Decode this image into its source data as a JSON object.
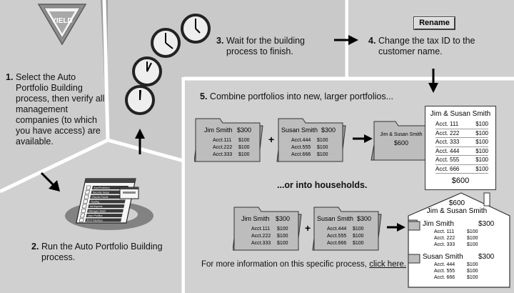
{
  "yield_sign": {
    "label": "YIELD"
  },
  "steps": [
    {
      "num": "1.",
      "text": "Select the Auto Portfolio Building process, then verify all management companies (to which you have access) are available."
    },
    {
      "num": "2.",
      "text": "Run the Auto Portfolio Building process."
    },
    {
      "num": "3.",
      "text": "Wait for the building process to finish."
    },
    {
      "num": "4.",
      "text": "Change the tax ID to the customer name."
    },
    {
      "num": "5.",
      "text": "Combine portfolios into new, larger portfolios..."
    }
  ],
  "rename_button": {
    "label": "Rename"
  },
  "or_households": "...or into households.",
  "more_info": {
    "text": "For more information on this specific process, ",
    "link": "click here."
  },
  "operators": {
    "plus": "+"
  },
  "portfolios": {
    "jim": {
      "name": "Jim Smith",
      "total": "$300",
      "accounts": [
        {
          "acct": "Acct.111",
          "amt": "$100"
        },
        {
          "acct": "Acct.222",
          "amt": "$100"
        },
        {
          "acct": "Acct.333",
          "amt": "$100"
        }
      ]
    },
    "susan": {
      "name": "Susan Smith",
      "total": "$300",
      "accounts": [
        {
          "acct": "Acct.444",
          "amt": "$100"
        },
        {
          "acct": "Acct.555",
          "amt": "$100"
        },
        {
          "acct": "Acct.666",
          "amt": "$100"
        }
      ]
    },
    "combined_folder": {
      "name": "Jim & Susan Smith",
      "total": "$600"
    },
    "combined_sheet": {
      "name": "Jim & Susan Smith",
      "total": "$600",
      "accounts": [
        {
          "acct": "Acct. 111",
          "amt": "$100"
        },
        {
          "acct": "Acct. 222",
          "amt": "$100"
        },
        {
          "acct": "Acct. 333",
          "amt": "$100"
        },
        {
          "acct": "Acct. 444",
          "amt": "$100"
        },
        {
          "acct": "Acct. 555",
          "amt": "$100"
        },
        {
          "acct": "Acct. 666",
          "amt": "$100"
        }
      ]
    },
    "household": {
      "total": "$600",
      "name": "Jim & Susan Smith",
      "members": [
        {
          "name": "Jim Smith",
          "total": "$300",
          "accounts": [
            {
              "acct": "Acct. 111",
              "amt": "$100"
            },
            {
              "acct": "Acct. 222",
              "amt": "$100"
            },
            {
              "acct": "Acct. 333",
              "amt": "$100"
            }
          ]
        },
        {
          "name": "Susan Smith",
          "total": "$300",
          "accounts": [
            {
              "acct": "Acct. 444",
              "amt": "$100"
            },
            {
              "acct": "Acct. 555",
              "amt": "$100"
            },
            {
              "acct": "Acct. 666",
              "amt": "$100"
            }
          ]
        }
      ]
    }
  },
  "software_window": {
    "items": [
      "AutoPortfolios",
      "Security Setup",
      "Checks Feeds",
      "Trading",
      "Intl Imports",
      "Manager Maint",
      "User Profiles",
      "NYX Interface"
    ]
  },
  "colors": {
    "background": "#9a9a9a",
    "panel": "#cfcfcf",
    "panel_dark": "#c4c4c4",
    "folder": "#bdbdbd",
    "sheet": "#ffffff",
    "arrow": "#000000"
  }
}
